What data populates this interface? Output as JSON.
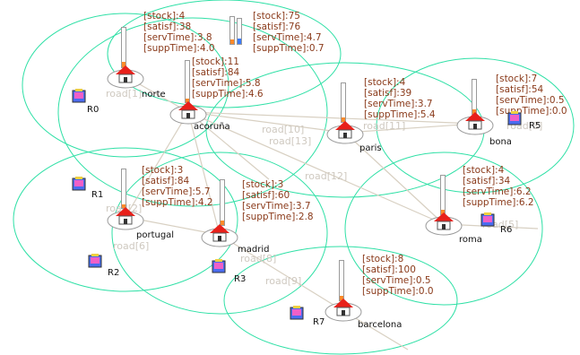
{
  "cities": [
    {
      "id": "norte",
      "name": "norte",
      "stock": "[stock]:4",
      "satisf": "[satisf]:38",
      "servTime": "[servTime]:3.8",
      "suppTime": "[suppTime]:4.0",
      "stock_fill": 0.15
    },
    {
      "id": "acoruna",
      "name": "acoruña",
      "stock": "[stock]:11",
      "satisf": "[satisf]:84",
      "servTime": "[servTime]:5.8",
      "suppTime": "[suppTime]:4.6",
      "stock_fill": 0.05
    },
    {
      "id": "top",
      "name": "",
      "stock": "[stock]:75",
      "satisf": "[satisf]:76",
      "servTime": "[servTime]:4.7",
      "suppTime": "[suppTime]:0.7",
      "stock_fill": 0.2
    },
    {
      "id": "paris",
      "name": "paris",
      "stock": "[stock]:4",
      "satisf": "[satisf]:39",
      "servTime": "[servTime]:3.7",
      "suppTime": "[suppTime]:5.4",
      "stock_fill": 0.1
    },
    {
      "id": "bona",
      "name": "bona",
      "stock": "[stock]:7",
      "satisf": "[satisf]:54",
      "servTime": "[servTime]:0.5",
      "suppTime": "[suppTime]:0.0",
      "stock_fill": 0.1
    },
    {
      "id": "portugal",
      "name": "portugal",
      "stock": "[stock]:3",
      "satisf": "[satisf]:84",
      "servTime": "[servTime]:5.7",
      "suppTime": "[suppTime]:4.2",
      "stock_fill": 0.08
    },
    {
      "id": "madrid",
      "name": "madrid",
      "stock": "[stock]:3",
      "satisf": "[satisf]:60",
      "servTime": "[servTime]:3.7",
      "suppTime": "[suppTime]:2.8",
      "stock_fill": 0.1
    },
    {
      "id": "roma",
      "name": "roma",
      "stock": "[stock]:4",
      "satisf": "[satisf]:34",
      "servTime": "[servTime]:6.2",
      "suppTime": "[suppTime]:6.2",
      "stock_fill": 0.1
    },
    {
      "id": "barcelona",
      "name": "barcelona",
      "stock": "[stock]:8",
      "satisf": "[satisf]:100",
      "servTime": "[servTime]:0.5",
      "suppTime": "[suppTime]:0.0",
      "stock_fill": 0.1
    }
  ],
  "robots": [
    "R0",
    "R1",
    "R2",
    "R3",
    "R5",
    "R6",
    "R7"
  ],
  "roads": [
    "road[1]",
    "road[10]",
    "road[13]",
    "road[11]",
    "road[12]",
    "road[6]",
    "road[8]",
    "road[9]",
    "road[2]",
    "road[5]",
    "road[3]"
  ],
  "colors": {
    "halo": "#2fe0a6",
    "road": "#d8d0c2",
    "stat_text": "#8a3a1a",
    "roof": "#e8201a",
    "robot_pink": "#e040c0"
  }
}
